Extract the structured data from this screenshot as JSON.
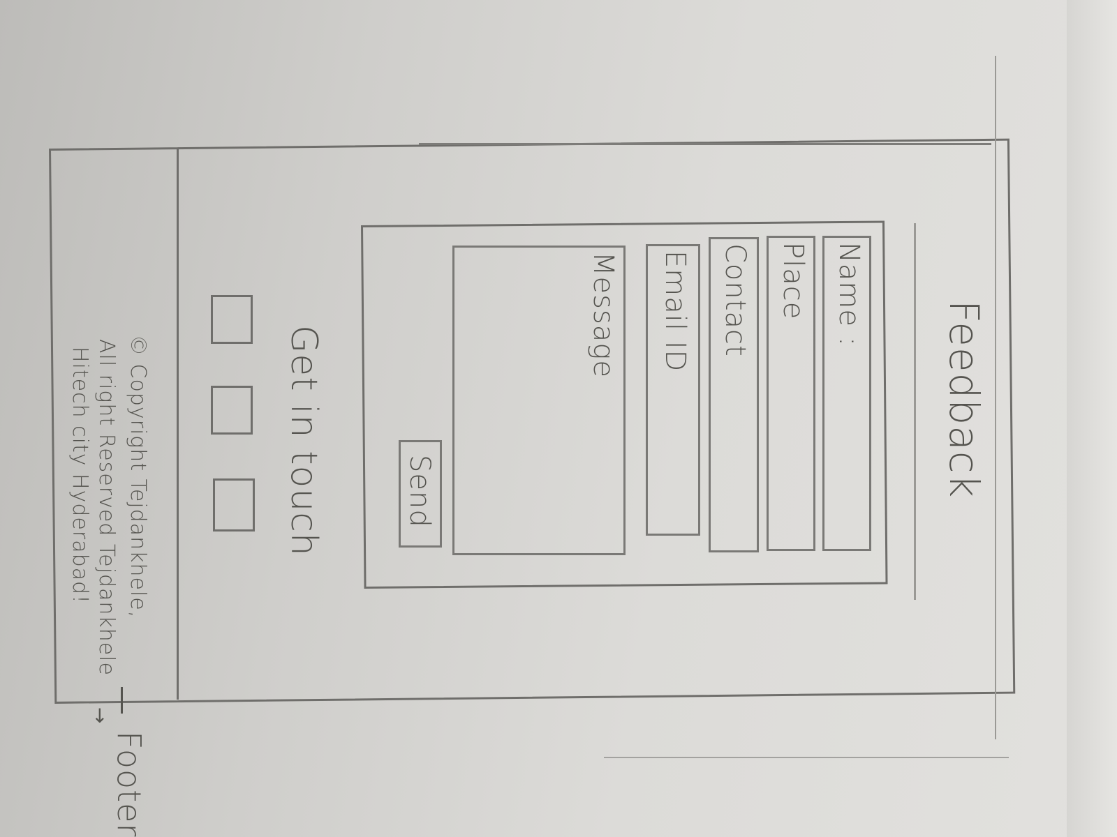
{
  "header": {
    "title": "Feedback"
  },
  "form": {
    "fields": [
      {
        "label": "Name :"
      },
      {
        "label": "Place"
      },
      {
        "label": "Contact"
      },
      {
        "label": "Email ID"
      }
    ],
    "message_label": "Message",
    "send_label": "Send"
  },
  "get_in_touch": {
    "heading": "Get in touch",
    "social_icons": [
      "social-icon-1",
      "social-icon-2",
      "social-icon-3"
    ]
  },
  "footer": {
    "copyright_line1": "© Copyright Tejdankhele,",
    "copyright_line2": "All right Reserved Tejdankhele",
    "copyright_line3": "Hitech city Hyderabad!",
    "annotation": "Footer"
  }
}
